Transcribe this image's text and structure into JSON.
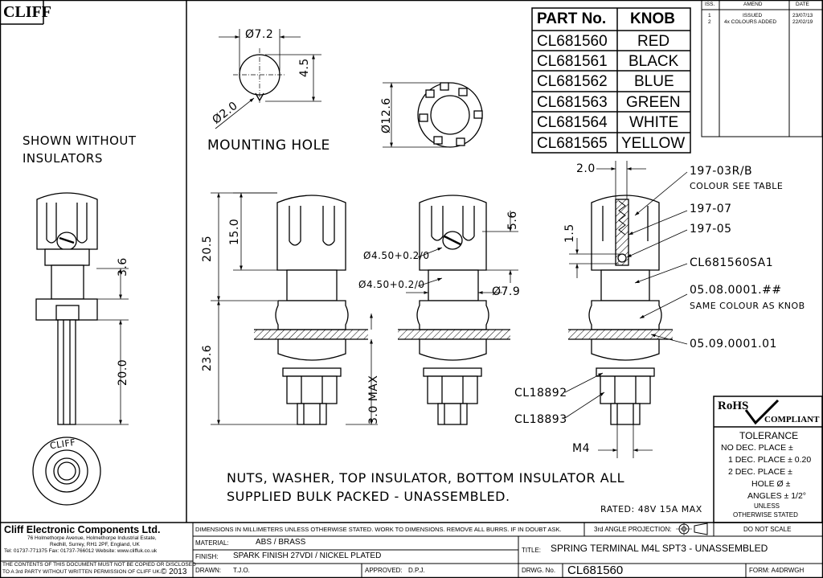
{
  "logo": "CLIFF",
  "parts_table": {
    "headers": [
      "PART No.",
      "KNOB"
    ],
    "rows": [
      [
        "CL681560",
        "RED"
      ],
      [
        "CL681561",
        "BLACK"
      ],
      [
        "CL681562",
        "BLUE"
      ],
      [
        "CL681563",
        "GREEN"
      ],
      [
        "CL681564",
        "WHITE"
      ],
      [
        "CL681565",
        "YELLOW"
      ]
    ]
  },
  "revision_table": {
    "headers": [
      "ISS.",
      "AMEND",
      "DATE"
    ],
    "rows": [
      [
        "1",
        "ISSUED",
        "23/07/13"
      ],
      [
        "2",
        "4x COLOURS ADDED",
        "22/02/19"
      ]
    ]
  },
  "notes": {
    "shown_without_1": "SHOWN WITHOUT",
    "shown_without_2": "INSULATORS",
    "mounting_hole": "MOUNTING HOLE",
    "nuts_1": "NUTS, WASHER, TOP INSULATOR, BOTTOM INSULATOR ALL",
    "nuts_2": "SUPPLIED BULK PACKED - UNASSEMBLED.",
    "rated": "RATED: 48V 15A MAX"
  },
  "dimensions": {
    "d72": "Ø7.2",
    "d45": "4.5",
    "d20": "Ø2.0",
    "d126": "Ø12.6",
    "d36": "3.6",
    "d200": "20.0",
    "d205": "20.5",
    "d150": "15.0",
    "d236": "23.6",
    "hole1": "Ø4.50+0.2/0",
    "hole2": "Ø4.50+0.2/0",
    "d79": "Ø7.9",
    "d56": "5.6",
    "d30max": "3.0 MAX",
    "d2": "2.0",
    "d15": "1.5",
    "m4": "M4"
  },
  "callouts": {
    "c1": "197-03R/B",
    "c1b": "COLOUR SEE TABLE",
    "c2": "197-07",
    "c3": "197-05",
    "c4": "CL681560SA1",
    "c5": "05.08.0001.##",
    "c5b": "SAME COLOUR AS KNOB",
    "c6": "05.09.0001.01",
    "c7": "CL18892",
    "c8": "CL18893"
  },
  "cliff_ring": "CLIFF",
  "rohs": {
    "title": "RoHS",
    "compliant": "COMPLIANT"
  },
  "tolerance": {
    "title": "TOLERANCE",
    "l1": "NO DEC. PLACE ±",
    "l2": "1 DEC. PLACE ± 0.20",
    "l3": "2 DEC. PLACE ±",
    "l4": "HOLE Ø ±",
    "l5": "ANGLES ± 1/2°",
    "l6": "UNLESS",
    "l7": "OTHERWISE STATED"
  },
  "title_block": {
    "company": "Cliff Electronic Components Ltd.",
    "addr1": "76 Holmethorpe Avenue, Holmethorpe Industrial Estate,",
    "addr2": "Redhill, Surrey, RH1 2PF, England, UK",
    "addr3": "Tel: 01737-771375 Fax: 01737-766012 Website: www.cliffuk.co.uk",
    "confidential1": "THE CONTENTS OF THIS DOCUMENT MUST NOT BE COPIED OR DISCLOSED",
    "confidential2": "TO A 3rd PARTY WITHOUT WRITTEN PERMISSION OF CLIFF UK.",
    "copyright": "© 2013",
    "dims_note": "DIMENSIONS IN MILLIMETERS UNLESS OTHERWISE STATED. WORK TO DIMENSIONS. REMOVE ALL BURRS. IF IN DOUBT ASK.",
    "projection": "3rd ANGLE PROJECTION:",
    "do_not_scale": "DO NOT SCALE",
    "material_label": "MATERIAL:",
    "material": "ABS / BRASS",
    "finish_label": "FINISH:",
    "finish": "SPARK FINISH 27VDI / NICKEL PLATED",
    "drawn_label": "DRAWN:",
    "drawn": "T.J.O.",
    "approved_label": "APPROVED:",
    "approved": "D.P.J.",
    "title_label": "TITLE:",
    "title": "SPRING TERMINAL M4L SPT3 - UNASSEMBLED",
    "drwg_label": "DRWG. No.",
    "drwg": "CL681560",
    "form": "FORM: A4DRWGH"
  }
}
